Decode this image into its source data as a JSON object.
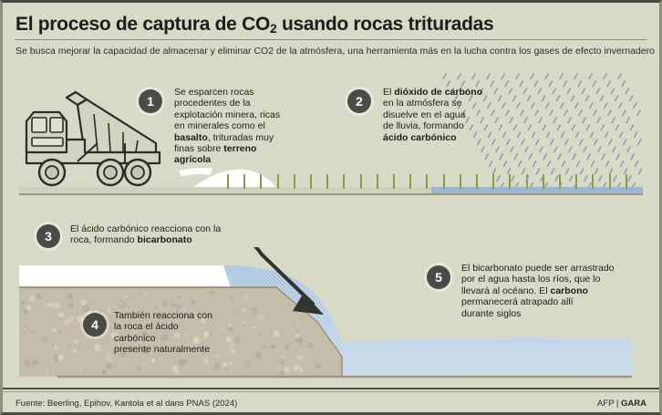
{
  "header": {
    "title_pre": "El proceso de captura de CO",
    "title_sub": "2",
    "title_post": " usando rocas trituradas",
    "subtitle": "Se busca mejorar la capacidad de almacenar y eliminar CO2 de la atmósfera, una herramienta más en la lucha contra los gases de efecto invernadero"
  },
  "steps": [
    {
      "number": "1",
      "lines": [
        [
          {
            "t": "Se esparcen rocas",
            "b": false
          }
        ],
        [
          {
            "t": "procedentes de la",
            "b": false
          }
        ],
        [
          {
            "t": "explotación minera, ricas",
            "b": false
          }
        ],
        [
          {
            "t": "en minerales como el",
            "b": false
          }
        ],
        [
          {
            "t": "basalto",
            "b": true
          },
          {
            "t": ", trituradas muy",
            "b": false
          }
        ],
        [
          {
            "t": "finas sobre ",
            "b": false
          },
          {
            "t": "terreno",
            "b": true
          }
        ],
        [
          {
            "t": "agrícola",
            "b": true
          }
        ]
      ]
    },
    {
      "number": "2",
      "lines": [
        [
          {
            "t": "El ",
            "b": false
          },
          {
            "t": "dióxido de carbono",
            "b": true
          }
        ],
        [
          {
            "t": "en la atmósfera se",
            "b": false
          }
        ],
        [
          {
            "t": "disuelve en el agua",
            "b": false
          }
        ],
        [
          {
            "t": "de lluvia, formando",
            "b": false
          }
        ],
        [
          {
            "t": "ácido carbónico",
            "b": true
          }
        ]
      ]
    },
    {
      "number": "3",
      "lines": [
        [
          {
            "t": "El ácido carbónico reacciona con la",
            "b": false
          }
        ],
        [
          {
            "t": "roca, formando ",
            "b": false
          },
          {
            "t": "bicarbonato",
            "b": true
          }
        ]
      ]
    },
    {
      "number": "4",
      "lines": [
        [
          {
            "t": "También reacciona con",
            "b": false
          }
        ],
        [
          {
            "t": "la roca el ácido",
            "b": false
          }
        ],
        [
          {
            "t": "carbónico",
            "b": false
          }
        ],
        [
          {
            "t": "presente naturalmente",
            "b": false
          }
        ]
      ]
    },
    {
      "number": "5",
      "lines": [
        [
          {
            "t": "El bicarbonato puede ser arrastrado",
            "b": false
          }
        ],
        [
          {
            "t": "por el agua hasta los ríos, que lo",
            "b": false
          }
        ],
        [
          {
            "t": "llevará al océano. El ",
            "b": false
          },
          {
            "t": "carbono",
            "b": true
          }
        ],
        [
          {
            "t": "permanecerá atrapado allí",
            "b": false
          }
        ],
        [
          {
            "t": "durante siglos",
            "b": false
          }
        ]
      ]
    }
  ],
  "illustration": {
    "truck_label": "dump-truck",
    "rock_pile_label": "crushed-rock-pile",
    "crops_label": "crop-row",
    "rain_label": "rainfall",
    "soil_label": "soil-rock-layer",
    "water_label": "river-water",
    "arrow_label": "flow-arrow"
  },
  "footer": {
    "source": "Fuente: Beerling, Epihov, Kantola et al dans PNAS (2024)",
    "credit_agency": "AFP",
    "credit_sep": " | ",
    "credit_brand": "GARA"
  },
  "colors": {
    "background": "#d8dac8",
    "badge": "#4b4b47",
    "crop_green": "#8a9c48",
    "water_blue": "#9ab6d4",
    "soil_tan": "#c3bda9",
    "text": "#1d1d1b",
    "rule": "#8d8f7c"
  }
}
